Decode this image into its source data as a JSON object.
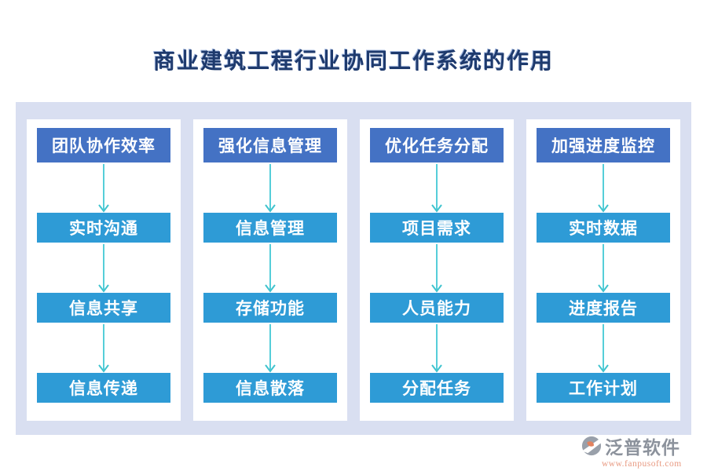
{
  "title": "商业建筑工程行业协同工作系统的作用",
  "columns": [
    {
      "header": "团队协作效率",
      "items": [
        "实时沟通",
        "信息共享",
        "信息传递"
      ]
    },
    {
      "header": "强化信息管理",
      "items": [
        "信息管理",
        "存储功能",
        "信息散落"
      ]
    },
    {
      "header": "优化任务分配",
      "items": [
        "项目需求",
        "人员能力",
        "分配任务"
      ]
    },
    {
      "header": "加强进度监控",
      "items": [
        "实时数据",
        "进度报告",
        "工作计划"
      ]
    }
  ],
  "footer": {
    "brand": "泛普软件",
    "url": "www.fanpusoft.com"
  },
  "icons": {
    "arrow": "down-arrow-icon",
    "logo": "fanpu-logo-icon"
  },
  "colors": {
    "title_text": "#1E3A6D",
    "panel_bg": "#D9DFF1",
    "header_box": "#4472C4",
    "item_box": "#2E9BD6",
    "arrow": "#55CED9",
    "brand_text": "#8C929C",
    "brand_url": "#E89A82"
  }
}
